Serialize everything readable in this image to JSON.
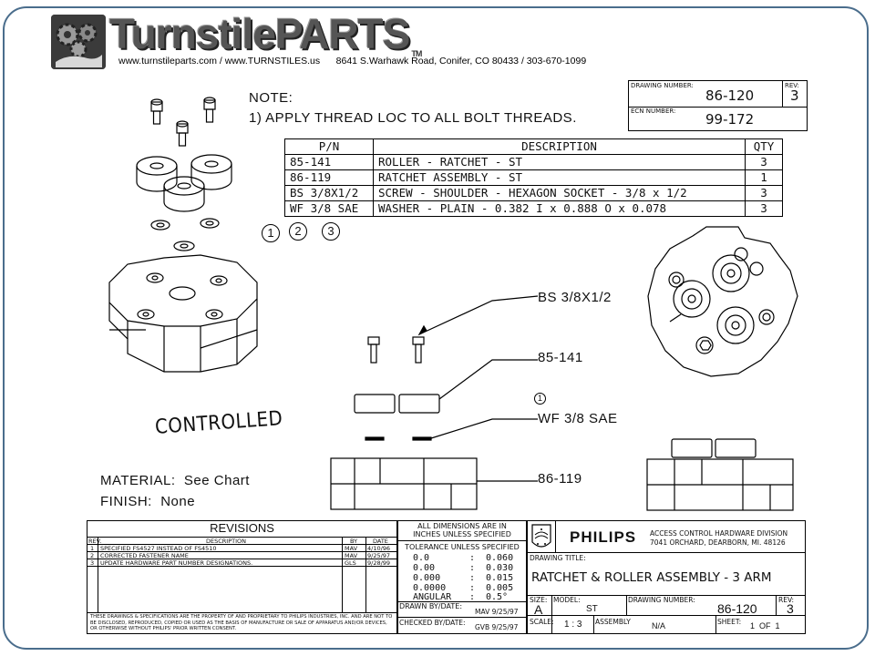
{
  "header": {
    "brand": "TurnstilePARTS",
    "trademark": "TM",
    "contact": "www.turnstileparts.com / www.TURNSTILES.us      8641 S.Warhawk Road, Conifer, CO 80433 / 303-670-1099"
  },
  "note": {
    "title": "NOTE:",
    "line1": "1)  APPLY THREAD LOC TO ALL BOLT THREADS."
  },
  "drawing_box": {
    "drawing_number_label": "DRAWING NUMBER:",
    "drawing_number": "86-120",
    "rev_label": "REV:",
    "rev": "3",
    "ecn_label": "ECN NUMBER:",
    "ecn": "99-172"
  },
  "parts_table": {
    "headers": [
      "P/N",
      "DESCRIPTION",
      "QTY"
    ],
    "rows": [
      [
        "85-141",
        "ROLLER - RATCHET - ST",
        "3"
      ],
      [
        "86-119",
        "RATCHET ASSEMBLY - ST",
        "1"
      ],
      [
        "BS 3/8X1/2",
        "SCREW - SHOULDER - HEXAGON SOCKET - 3/8 x 1/2",
        "3"
      ],
      [
        "WF 3/8 SAE",
        "WASHER - PLAIN - 0.382 I x 0.888 O x 0.078",
        "3"
      ]
    ]
  },
  "item_circles": [
    "1",
    "2",
    "3"
  ],
  "callouts": {
    "screw": "BS 3/8X1/2",
    "roller": "85-141",
    "note_ref": "1",
    "washer": "WF 3/8 SAE",
    "ratchet": "86-119"
  },
  "stamp": "CONTROLLED",
  "material": {
    "material_label": "MATERIAL:",
    "material_value": "See Chart",
    "finish_label": "FINISH:",
    "finish_value": "None"
  },
  "revisions": {
    "title": "REVISIONS",
    "headers": [
      "REV.",
      "DESCRIPTION",
      "BY",
      "DATE"
    ],
    "rows": [
      [
        "1",
        "SPECIFIED FS4527 INSTEAD OF FS4510",
        "MAV",
        "4/10/96"
      ],
      [
        "2",
        "CORRECTED FASTENER NAME",
        "MAV",
        "9/25/97"
      ],
      [
        "3",
        "UPDATE HARDWARE PART NUMBER DESIGNATIONS.",
        "GLS",
        "9/28/99"
      ]
    ],
    "disclaimer": "THESE DRAWINGS & SPECIFICATIONS ARE THE PROPERTY OF AND PROPRIETARY TO PHILIPS INDUSTRIES, INC. AND ARE NOT TO BE DISCLOSED, REPRODUCED, COPIED OR USED AS THE BASIS OF MANUFACTURE OR SALE OF APPARATUS AND/OR DEVICES, OR OTHERWISE WITHOUT PHILIPS' PRIOR WRITTEN CONSENT."
  },
  "tolerance": {
    "dims_note_1": "ALL DIMENSIONS ARE IN",
    "dims_note_2": "INCHES UNLESS SPECIFIED",
    "title": "TOLERANCE UNLESS SPECIFIED",
    "rows": [
      [
        "0.0",
        ":",
        "0.060"
      ],
      [
        "0.00",
        ":",
        "0.030"
      ],
      [
        "0.000",
        ":",
        "0.015"
      ],
      [
        "0.0000",
        ":",
        "0.005"
      ],
      [
        "ANGULAR",
        ":",
        "0.5°"
      ]
    ],
    "drawn_label": "DRAWN BY/DATE:",
    "drawn_value": "MAV 9/25/97",
    "checked_label": "CHECKED BY/DATE:",
    "checked_value": "GVB 9/25/97"
  },
  "title_block": {
    "company": "PHILIPS",
    "division_1": "ACCESS CONTROL HARDWARE DIVISION",
    "division_2": "7041 ORCHARD, DEARBORN, MI. 48126",
    "drawing_title_label": "DRAWING TITLE:",
    "drawing_title": "RATCHET & ROLLER ASSEMBLY - 3 ARM",
    "size_label": "SIZE:",
    "size": "A",
    "model_label": "MODEL:",
    "model": "ST",
    "dn_label": "DRAWING NUMBER:",
    "dn": "86-120",
    "rev_label": "REV:",
    "rev": "3",
    "scale_label": "SCALE:",
    "scale": "1 : 3",
    "assembly_label": "ASSEMBLY",
    "assembly": "N/A",
    "sheet_label": "SHEET:",
    "sheet": "1  OF  1"
  }
}
